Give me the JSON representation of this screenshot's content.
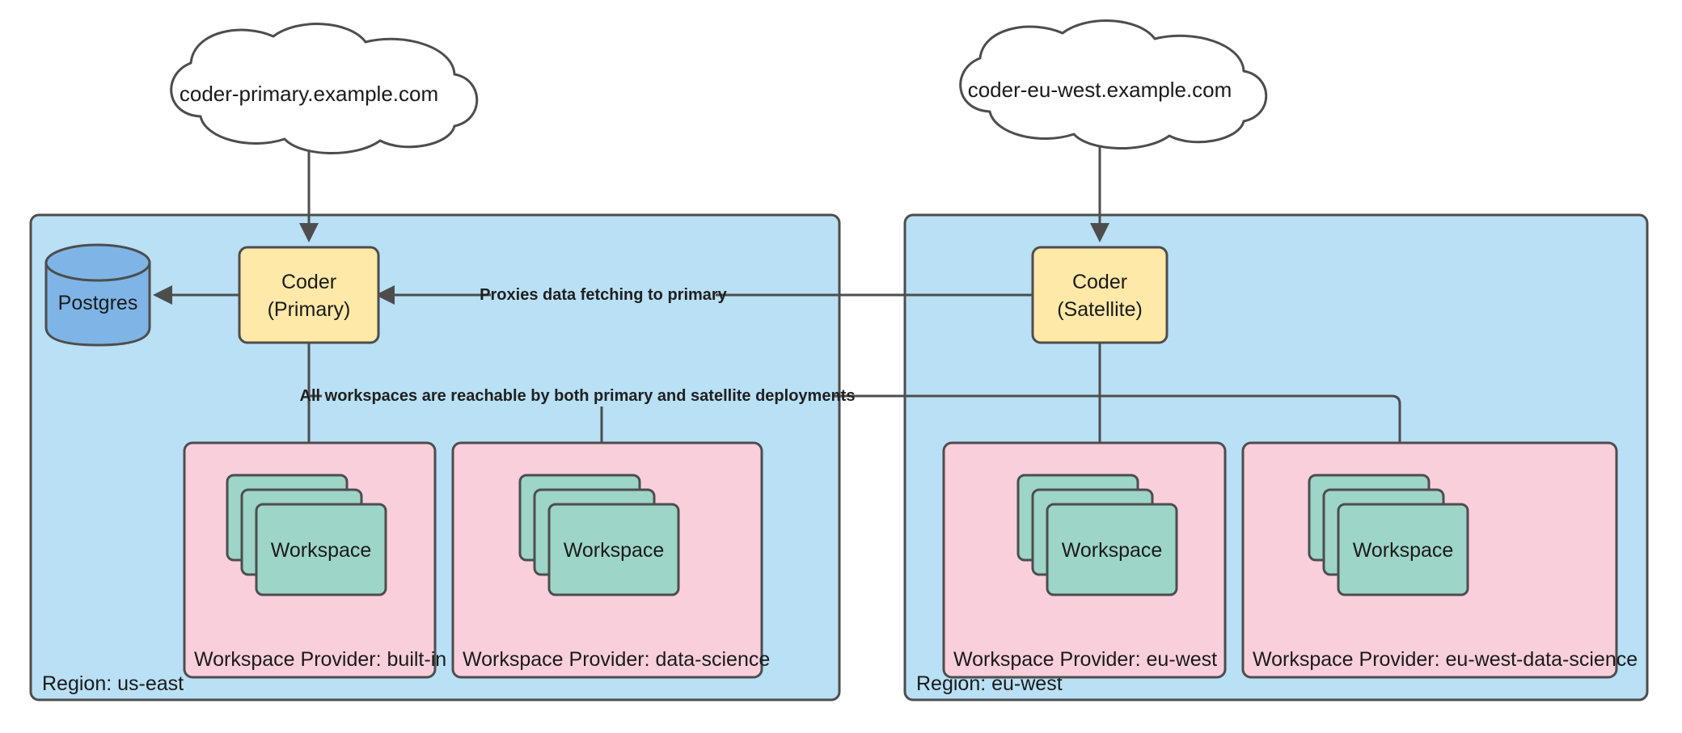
{
  "diagram": {
    "title": "Coder multi-region primary and satellite deployment",
    "colors": {
      "region_fill": "#b9e0f5",
      "provider_fill": "#f9cfdc",
      "coder_fill": "#ffe9a8",
      "workspace_fill": "#9dd5c8",
      "database_fill": "#7eb5e6",
      "cloud_fill": "#ffffff",
      "stroke": "#4d4d4d",
      "text": "#1a1a1a"
    },
    "clouds": [
      {
        "id": "cloud-primary",
        "label": "coder-primary.example.com"
      },
      {
        "id": "cloud-eu-west",
        "label": "coder-eu-west.example.com"
      }
    ],
    "regions": [
      {
        "id": "region-us-east",
        "label": "Region: us-east",
        "coder": {
          "line1": "Coder",
          "line2": "(Primary)"
        },
        "database": {
          "label": "Postgres"
        },
        "providers": [
          {
            "id": "provider-built-in",
            "label": "Workspace Provider: built-in",
            "workspace_label": "Workspace",
            "workspace_count": 3
          },
          {
            "id": "provider-data-science",
            "label": "Workspace Provider: data-science",
            "workspace_label": "Workspace",
            "workspace_count": 3
          }
        ]
      },
      {
        "id": "region-eu-west",
        "label": "Region: eu-west",
        "coder": {
          "line1": "Coder",
          "line2": "(Satellite)"
        },
        "providers": [
          {
            "id": "provider-eu-west",
            "label": "Workspace Provider: eu-west",
            "workspace_label": "Workspace",
            "workspace_count": 3
          },
          {
            "id": "provider-eu-west-data-science",
            "label": "Workspace Provider: eu-west-data-science",
            "workspace_label": "Workspace",
            "workspace_count": 3
          }
        ]
      }
    ],
    "edge_labels": {
      "proxies": "Proxies data fetching to primary",
      "reachable": "All workspaces are reachable by both primary and satellite deployments"
    }
  }
}
